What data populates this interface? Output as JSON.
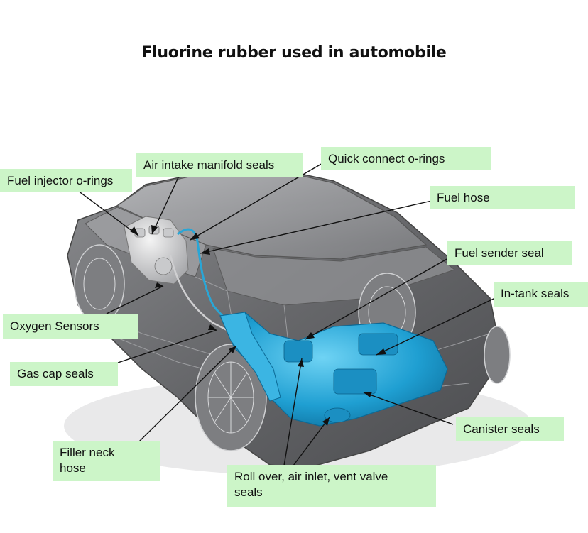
{
  "title": "Fluorine rubber used in automobile",
  "colors": {
    "label_bg": "#ccf5c8",
    "body": "#6f7073",
    "tank": "#2ea8d8",
    "leader": "#111111"
  },
  "labels": {
    "fuel_injector": "Fuel injector o-rings",
    "air_intake": "Air intake manifold seals",
    "quick_connect": "Quick connect o-rings",
    "fuel_hose": "Fuel hose",
    "fuel_sender": "Fuel sender seal",
    "in_tank": "In-tank seals",
    "oxygen": "Oxygen Sensors",
    "gas_cap": "Gas cap seals",
    "filler_neck_1": "Filler neck",
    "filler_neck_2": "hose",
    "canister": "Canister seals",
    "rollover_1": "Roll over, air inlet, vent valve",
    "rollover_2": "seals"
  }
}
